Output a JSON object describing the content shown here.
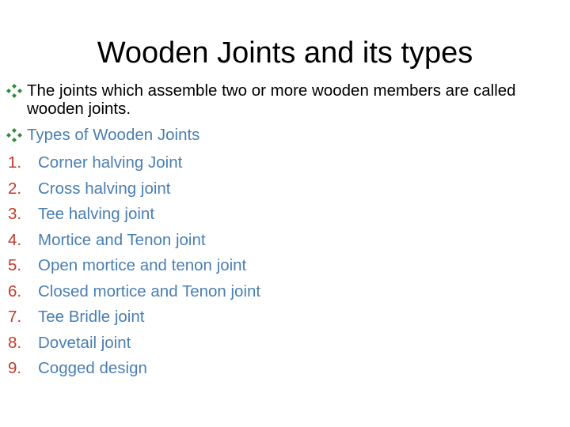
{
  "slide": {
    "title": "Wooden Joints and its types",
    "bullets": [
      {
        "text": "The joints which assemble two or more wooden members are called wooden joints."
      },
      {
        "text": "Types of Wooden Joints"
      }
    ],
    "list": [
      {
        "num": "1.",
        "label": "Corner halving Joint"
      },
      {
        "num": "2.",
        "label": "Cross halving joint"
      },
      {
        "num": "3.",
        "label": "Tee halving joint"
      },
      {
        "num": "4.",
        "label": "Mortice and Tenon joint"
      },
      {
        "num": "5.",
        "label": "Open mortice and tenon joint"
      },
      {
        "num": "6.",
        "label": "Closed mortice and Tenon joint"
      },
      {
        "num": "7.",
        "label": "Tee Bridle joint"
      },
      {
        "num": "8.",
        "label": "Dovetail joint"
      },
      {
        "num": "9.",
        "label": "Cogged design"
      }
    ],
    "colors": {
      "bullet_mark": "#2e8b3a",
      "number": "#c0392b",
      "list_text": "#4a7fb0"
    },
    "icons": [
      "diamond-bullet-icon"
    ]
  }
}
